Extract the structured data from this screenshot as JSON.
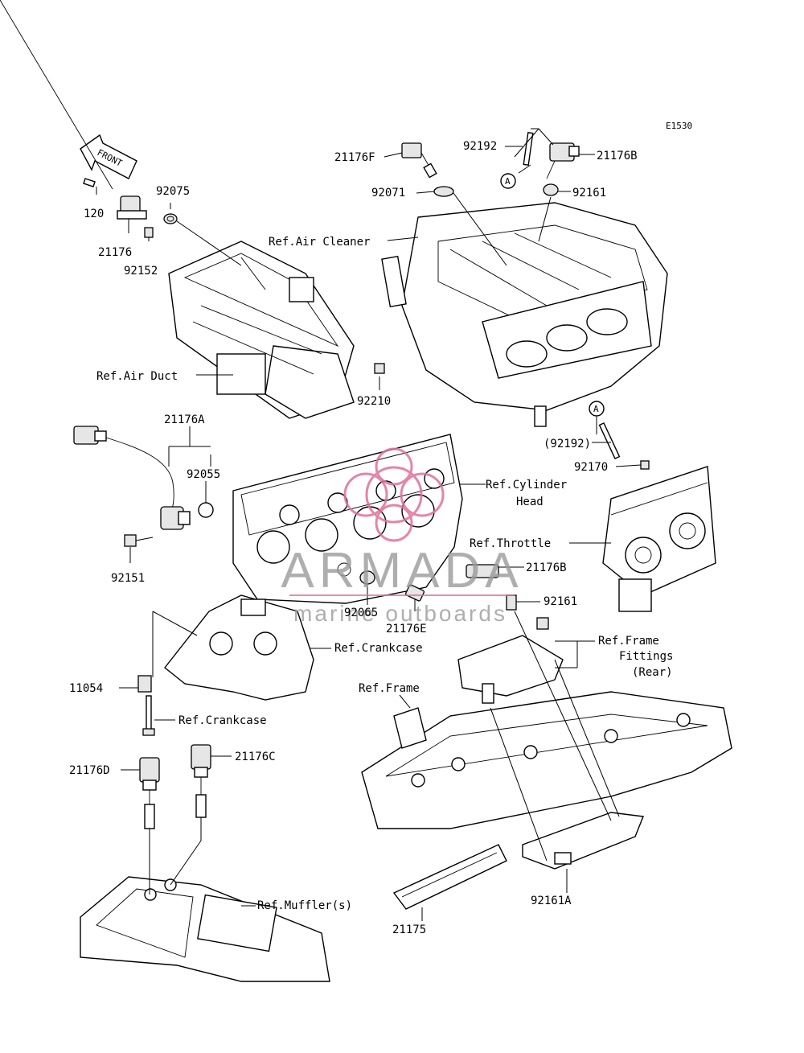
{
  "diagram": {
    "code": "E1530",
    "front_label": "FRONT",
    "watermark": {
      "brand": "ARMADA",
      "tagline": "marine outboards",
      "logo_color": "#e0709a",
      "text_color": "#9a9a9a"
    },
    "labels": {
      "p21176F": "21176F",
      "p92192": "92192",
      "p21176B_top": "21176B",
      "p92071": "92071",
      "p92161_top": "92161",
      "circle_a_top": "A",
      "p120": "120",
      "p21176": "21176",
      "p92075": "92075",
      "p92152": "92152",
      "ref_air_cleaner": "Ref.Air Cleaner",
      "ref_air_duct": "Ref.Air Duct",
      "p92210": "92210",
      "p21176A": "21176A",
      "p92055": "92055",
      "circle_a_mid": "A",
      "p92192_paren": "(92192)",
      "p92170": "92170",
      "ref_cylinder_head_1": "Ref.Cylinder",
      "ref_cylinder_head_2": "Head",
      "ref_throttle": "Ref.Throttle",
      "p92151": "92151",
      "p21176B_mid": "21176B",
      "p92065": "92065",
      "p21176E": "21176E",
      "p92161_mid": "92161",
      "ref_crankcase_top": "Ref.Crankcase",
      "ref_frame_fittings_1": "Ref.Frame",
      "ref_frame_fittings_2": "Fittings",
      "ref_frame_fittings_3": "(Rear)",
      "ref_frame": "Ref.Frame",
      "p11054": "11054",
      "ref_crankcase_bottom": "Ref.Crankcase",
      "p21176D": "21176D",
      "p21176C": "21176C",
      "ref_mufflers": "Ref.Muffler(s)",
      "p92161A": "92161A",
      "p21175": "21175"
    }
  }
}
